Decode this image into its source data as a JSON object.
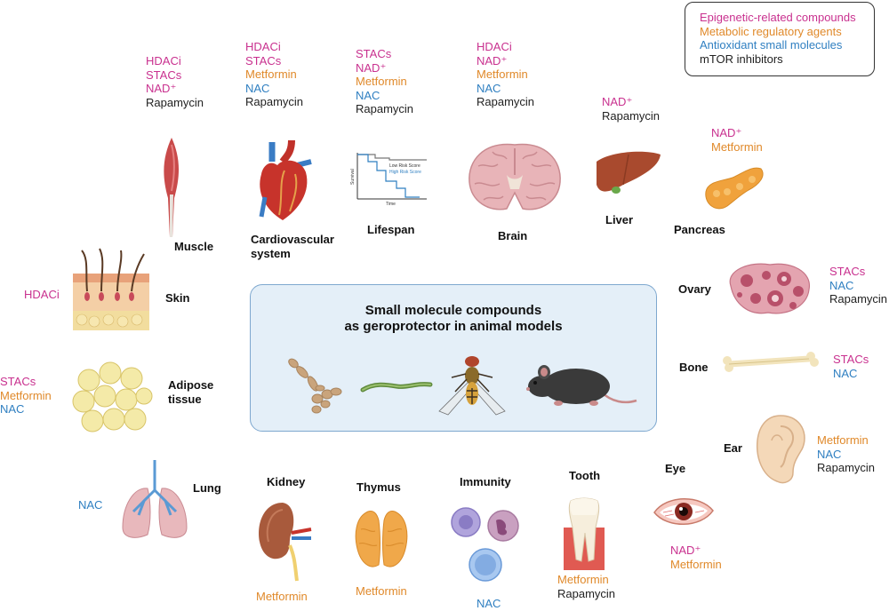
{
  "legend": {
    "items": [
      {
        "text": "Epigenetic-related compounds",
        "class": "epi"
      },
      {
        "text": "Metabolic regulatory agents",
        "class": "met"
      },
      {
        "text": "Antioxidant small molecules",
        "class": "ant"
      },
      {
        "text": "mTOR inhibitors",
        "class": "mtor"
      }
    ]
  },
  "colors": {
    "epigenetic": "#c9318f",
    "metabolic": "#e0892a",
    "antioxidant": "#2f7fc1",
    "mtor": "#222222"
  },
  "center": {
    "title_line1": "Small molecule compounds",
    "title_line2": "as geroprotector in animal models"
  },
  "lifespan_chart": {
    "title": "Lifespan",
    "legend_low": "Low Risk Score",
    "legend_high": "High Risk Score",
    "ylabel": "Survival",
    "xlabel": "Time"
  },
  "organs": {
    "muscle": {
      "label": "Muscle",
      "compounds": [
        "HDACi",
        "STACs",
        "NAD⁺",
        "Rapamycin"
      ]
    },
    "cardio": {
      "label_line1": "Cardiovascular",
      "label_line2": "system",
      "compounds": [
        "HDACi",
        "STACs",
        "Metformin",
        "NAC",
        "Rapamycin"
      ]
    },
    "lifespan": {
      "label": "Lifespan",
      "compounds": [
        "STACs",
        "NAD⁺",
        "Metformin",
        "NAC",
        "Rapamycin"
      ]
    },
    "brain": {
      "label": "Brain",
      "compounds": [
        "HDACi",
        "NAD⁺",
        "Metformin",
        "NAC",
        "Rapamycin"
      ]
    },
    "liver": {
      "label": "Liver",
      "compounds": [
        "NAD⁺",
        "Rapamycin"
      ]
    },
    "pancreas": {
      "label": "Pancreas",
      "compounds": [
        "NAD⁺",
        "Metformin"
      ]
    },
    "skin": {
      "label": "Skin",
      "compounds": [
        "HDACi"
      ]
    },
    "ovary": {
      "label": "Ovary",
      "compounds": [
        "STACs",
        "NAC",
        "Rapamycin"
      ]
    },
    "adipose": {
      "label_line1": "Adipose",
      "label_line2": "tissue",
      "compounds": [
        "STACs",
        "Metformin",
        "NAC"
      ]
    },
    "bone": {
      "label": "Bone",
      "compounds": [
        "STACs",
        "NAC"
      ]
    },
    "ear": {
      "label": "Ear",
      "compounds": [
        "Metformin",
        "NAC",
        "Rapamycin"
      ]
    },
    "lung": {
      "label": "Lung",
      "compounds": [
        "NAC"
      ]
    },
    "kidney": {
      "label": "Kidney",
      "compounds": [
        "Metformin"
      ]
    },
    "thymus": {
      "label": "Thymus",
      "compounds": [
        "Metformin"
      ]
    },
    "immunity": {
      "label": "Immunity",
      "compounds": [
        "NAC"
      ]
    },
    "tooth": {
      "label": "Tooth",
      "compounds": [
        "Metformin",
        "Rapamycin"
      ]
    },
    "eye": {
      "label": "Eye",
      "compounds": [
        "NAD⁺",
        "Metformin"
      ]
    }
  }
}
